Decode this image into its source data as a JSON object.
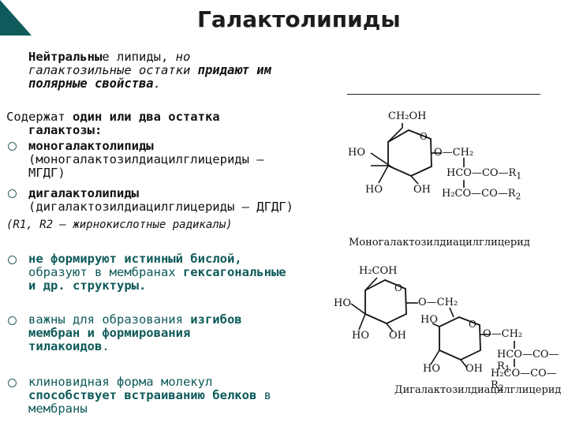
{
  "title": "Галактолипиды",
  "intro": {
    "neutral_bold": "Нейтральны",
    "neutral_rest": "е липиды,",
    "but": " но",
    "line2": "галактозильные остатки",
    "line2_bold": " придают им",
    "line3_bold": "полярные свойства",
    "line3_end": "."
  },
  "contains": {
    "lead": "Содержат",
    "bold1": " один или два остатка",
    "bold2": "галактозы:",
    "item1_bold": "моногалактолипиды",
    "item1_a": "(моногалактозилдиацилглицериды —",
    "item1_b": "МГДГ)",
    "item2_bold": "дигалактолипиды",
    "item2_a": "(дигалактозилдиацилглицериды — ДГДГ)"
  },
  "note": "(R1, R2 — жирнокислотные радикалы)",
  "bullets": [
    {
      "p1": "не формируют истинный бислой,",
      "p2": "образуют в мембранах",
      "p2b": " гексагональные",
      "p3": "и др. структуры."
    },
    {
      "p1a": "важны для образования",
      "p1b": " изгибов",
      "p2": "мембран и формирования",
      "p3": "тилакоидов",
      "p3end": "."
    },
    {
      "p1": "клиновидная форма молекул",
      "p2": "способствует встраиванию белков",
      "p2end": " в",
      "p3": "мембраны"
    }
  ],
  "captions": {
    "mono": "Моногалактозилдиацилглицерид",
    "di": "Дигалактозилдиацилглицерид"
  },
  "chem_labels": {
    "ch2oh": "CH₂OH",
    "h2coh": "H₂COH",
    "ho": "HO",
    "oh": "OH",
    "o_ch2": "O—CH₂",
    "hco": "HCO—CO—R",
    "h2co": "H₂CO—CO—R",
    "r1": "1",
    "r2": "2"
  },
  "colors": {
    "accent": "#0f5a5a"
  }
}
